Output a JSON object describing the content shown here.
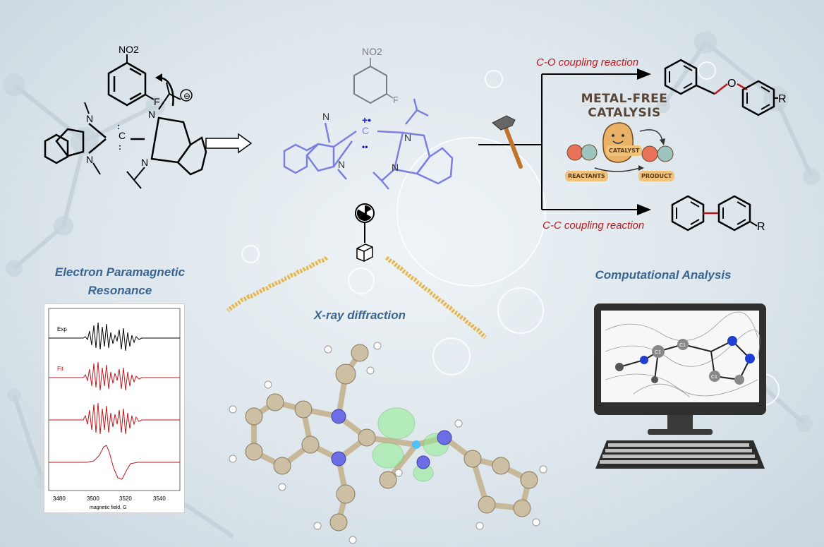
{
  "scheme": {
    "nitro_label": "NO2",
    "fluoro_label": "F",
    "nitrogen_label": "N",
    "carbon_label": "C",
    "minus_sign": "⊖",
    "radical_cation": "+•",
    "lone_pair": "••"
  },
  "reactions": {
    "co_label": "C-O coupling reaction",
    "cc_label": "C-C coupling reaction",
    "oxygen_label": "O",
    "r_label": "R"
  },
  "catalysis": {
    "title_line1": "METAL-FREE",
    "title_line2": "CATALYSIS",
    "catalyst_badge": "CATALYST",
    "reactants_badge": "REACTANTS",
    "product_badge": "PRODUCT"
  },
  "epr": {
    "title_line1": "Electron Paramagnetic",
    "title_line2": "Resonance",
    "trace_labels": [
      "Exp",
      "Fit"
    ],
    "x_ticks": [
      "3480",
      "3500",
      "3520",
      "3540"
    ],
    "x_axis_label": "magnetic field, G"
  },
  "xray": {
    "title": "X-ray diffraction"
  },
  "computational": {
    "title": "Computational Analysis",
    "atom_labels": [
      "C1",
      "C1",
      "C1"
    ]
  },
  "colors": {
    "accent_blue": "#3a6591",
    "reaction_red": "#c0161b",
    "carbene_purple": "#7b7fe0"
  }
}
